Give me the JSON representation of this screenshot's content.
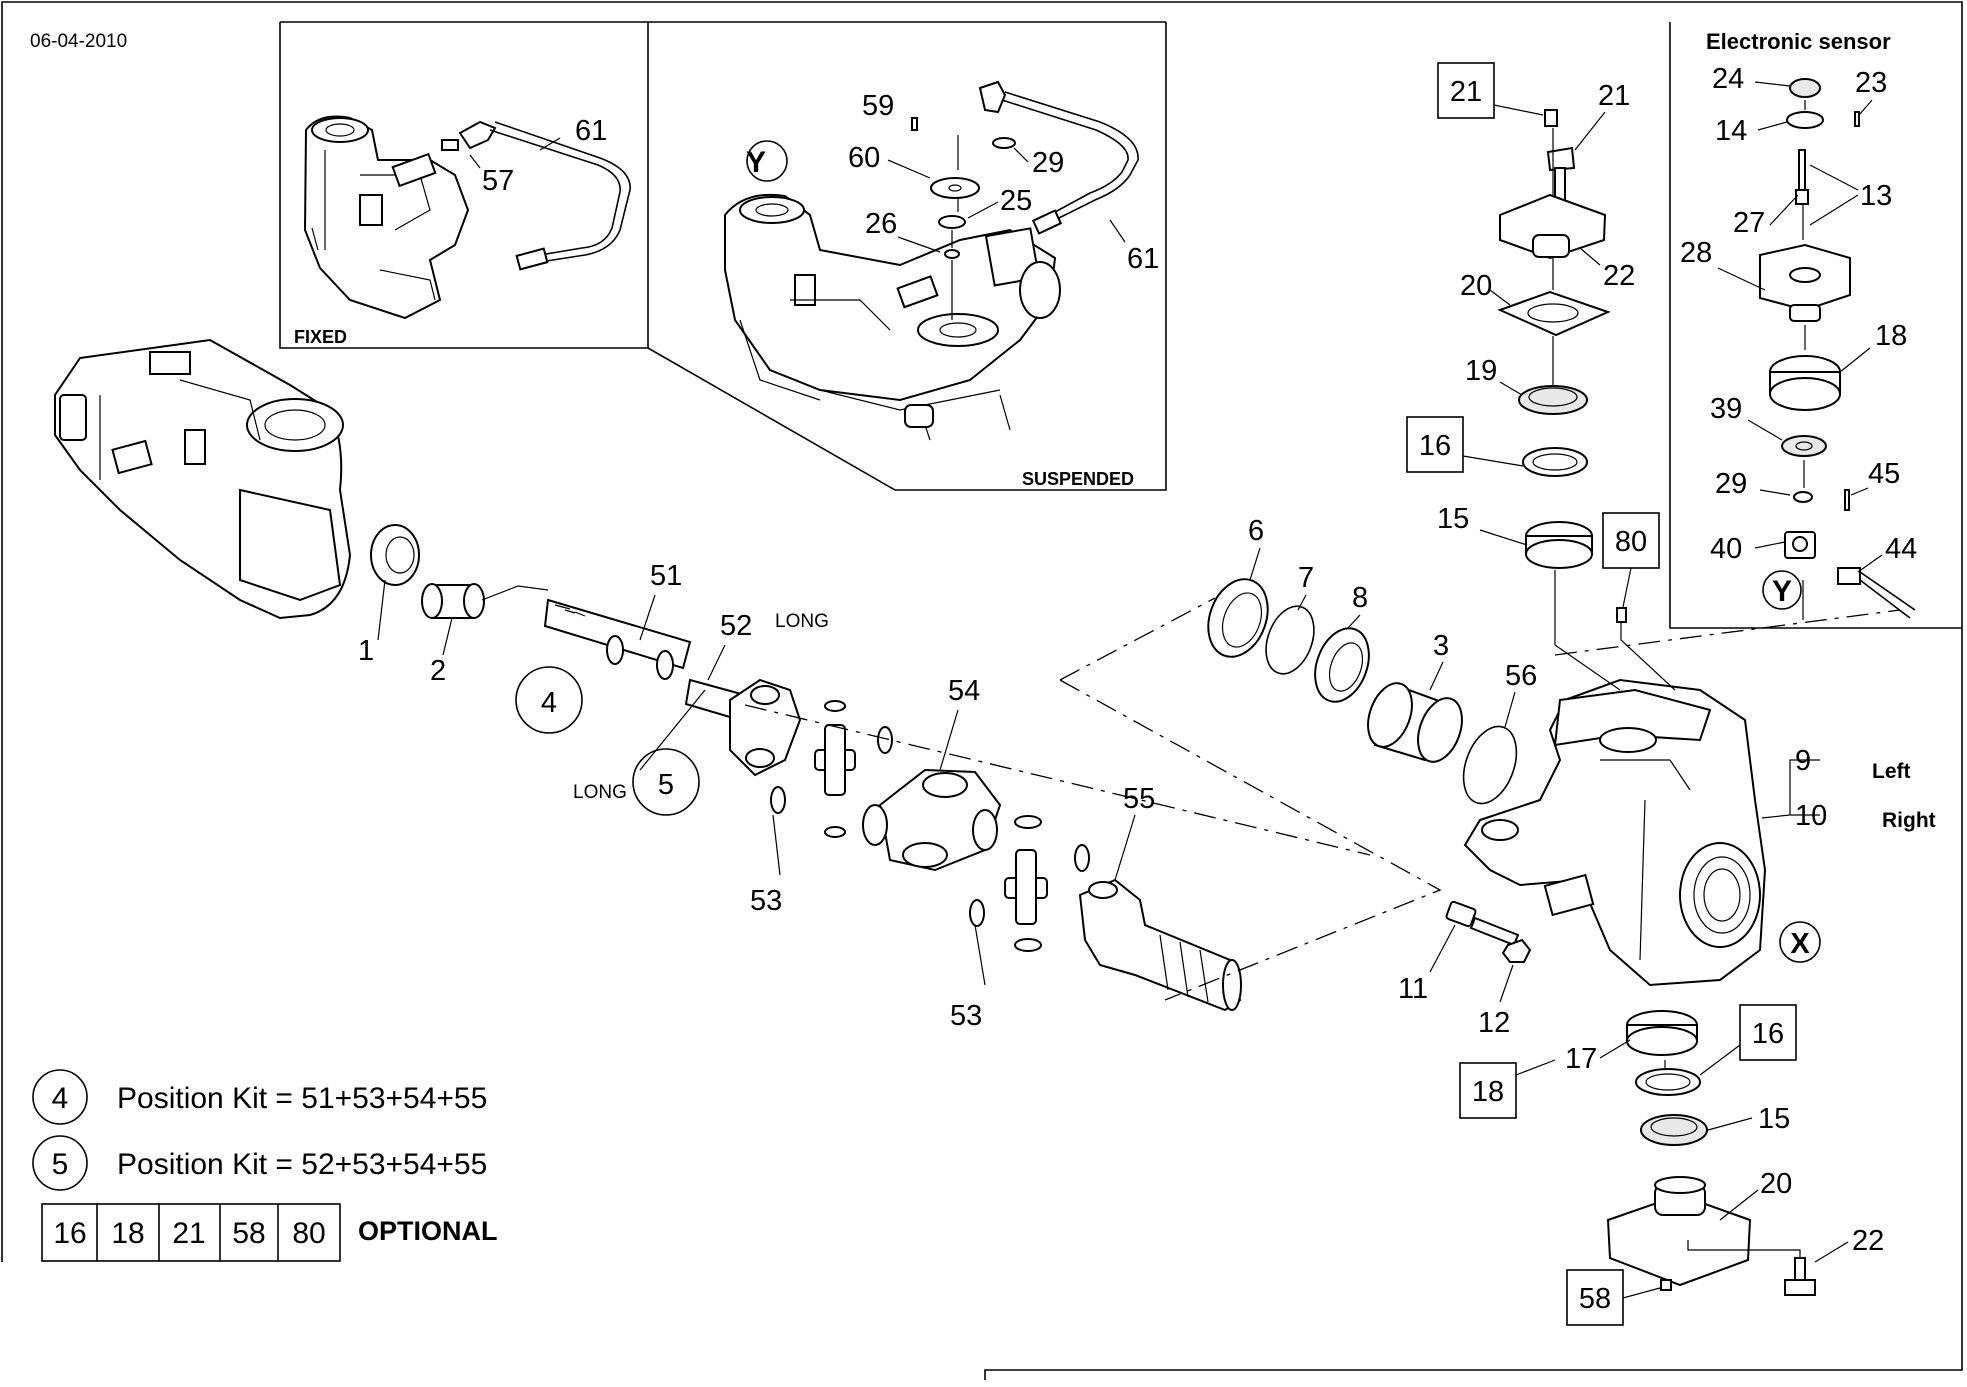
{
  "date": "06-04-2010",
  "insets": {
    "fixed_label": "FIXED",
    "suspended_label": "SUSPENDED",
    "electronic_sensor_title": "Electronic sensor"
  },
  "markers": {
    "y": "Y",
    "x": "X"
  },
  "side_labels": {
    "left": "Left",
    "right": "Right",
    "long": "LONG"
  },
  "callouts": {
    "fixed": [
      "61",
      "57"
    ],
    "suspended": [
      "59",
      "60",
      "29",
      "25",
      "26",
      "61"
    ],
    "sensor": [
      "24",
      "23",
      "14",
      "13",
      "27",
      "28",
      "18",
      "39",
      "29",
      "45",
      "40",
      "44"
    ],
    "main": [
      "1",
      "2",
      "51",
      "52",
      "4",
      "5",
      "53",
      "54",
      "53",
      "55",
      "6",
      "7",
      "8",
      "3",
      "56",
      "9",
      "10",
      "11",
      "12",
      "17",
      "15",
      "20",
      "22",
      "21",
      "22",
      "20",
      "19",
      "15",
      "18"
    ],
    "boxed": [
      "21",
      "16",
      "80",
      "16",
      "18",
      "58"
    ]
  },
  "legend": {
    "kits": [
      {
        "circle": "4",
        "text": "Position Kit = 51+53+54+55"
      },
      {
        "circle": "5",
        "text": "Position Kit = 52+53+54+55"
      }
    ],
    "optional_parts": [
      "16",
      "18",
      "21",
      "58",
      "80"
    ],
    "optional_label": "OPTIONAL"
  }
}
